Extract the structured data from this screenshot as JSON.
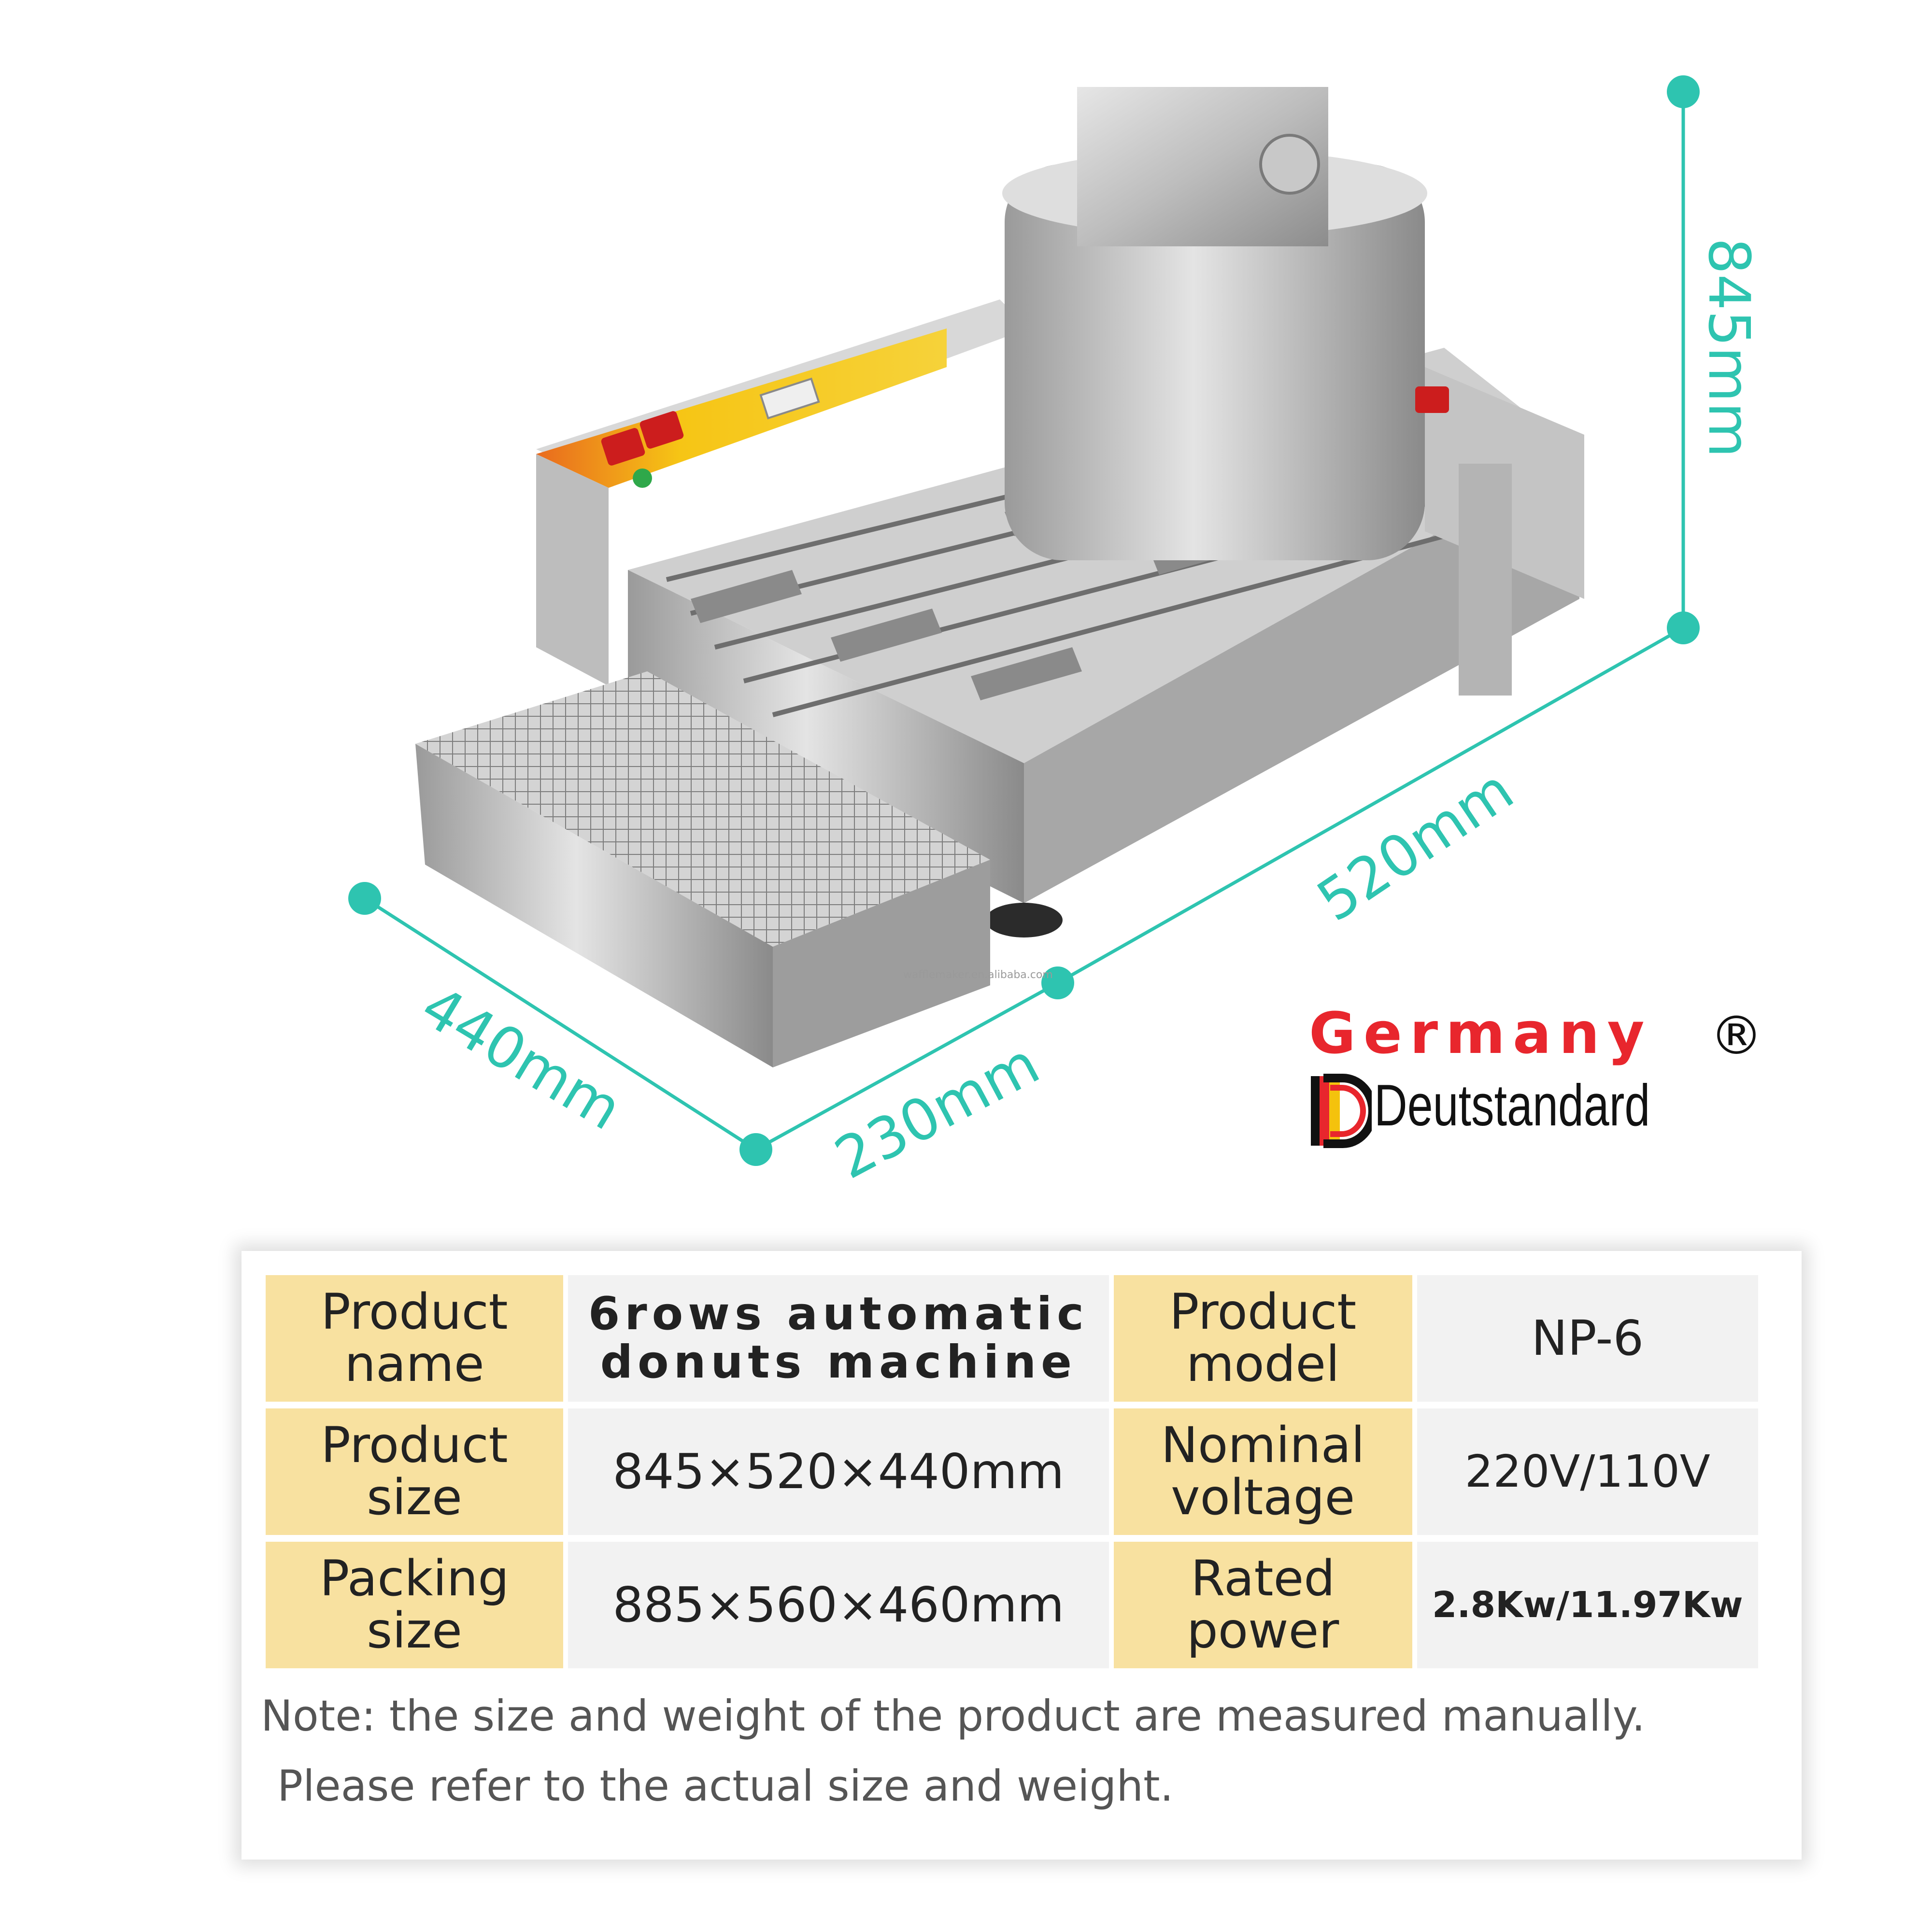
{
  "dimensions": {
    "height": "845mm",
    "length": "520mm",
    "depth": "440mm",
    "basket": "230mm"
  },
  "watermark": "wafflemaker.en.alibaba.com",
  "brand": {
    "line1": "Germany",
    "name": "Deutstandard",
    "registered": "®",
    "colors": {
      "red": "#e8262d",
      "black": "#111111",
      "gold": "#f4c20d",
      "accent": "#2ec4b0"
    }
  },
  "specs": [
    {
      "label": "Product name",
      "value": "6rows automatic donuts machine",
      "label2": "Product model",
      "value2": "NP-6"
    },
    {
      "label": "Product size",
      "value": "845×520×440mm",
      "label2": "Nominal voltage",
      "value2": "220V/110V"
    },
    {
      "label": "Packing size",
      "value": "885×560×460mm",
      "label2": "Rated power",
      "value2": "2.8Kw/11.97Kw"
    }
  ],
  "note": {
    "line1": "Note: the size and weight of the product are measured manually.",
    "line2": "Please refer to the actual size and weight."
  },
  "colors": {
    "label_bg": "#f8e1a0",
    "value_bg": "#f2f2f2"
  }
}
